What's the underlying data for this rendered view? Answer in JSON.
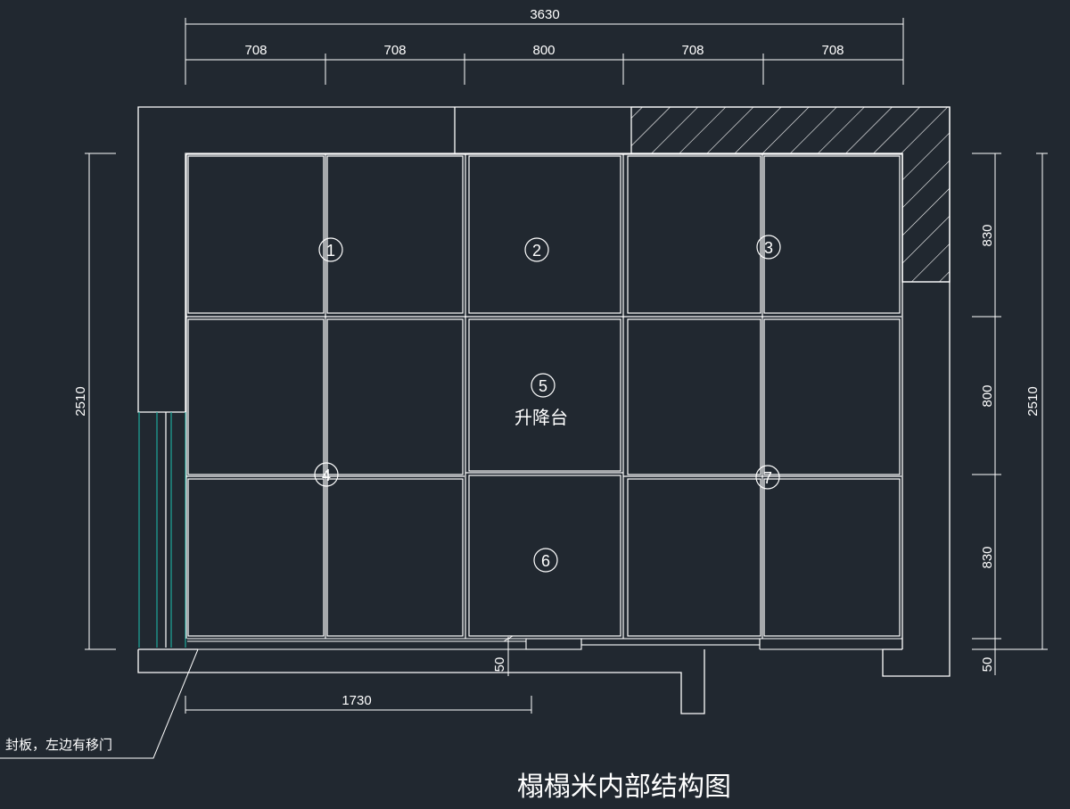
{
  "drawing": {
    "title": "榻榻米内部结构图",
    "center_label": "升降台",
    "note": "封板，左边有移门",
    "dimensions": {
      "total_width": "3630",
      "top_segments": [
        "708",
        "708",
        "800",
        "708",
        "708"
      ],
      "total_height_left": "2510",
      "total_height_right": "2510",
      "right_segments": [
        "830",
        "800",
        "830"
      ],
      "right_bottom_gap": "50",
      "bottom_gap": "50",
      "bottom_length": "1730"
    },
    "module_numbers": [
      "1",
      "2",
      "3",
      "4",
      "5",
      "6",
      "7"
    ],
    "colors": {
      "background": "#212830",
      "line": "#ffffff",
      "sliding_door": "#1ea89a"
    }
  }
}
